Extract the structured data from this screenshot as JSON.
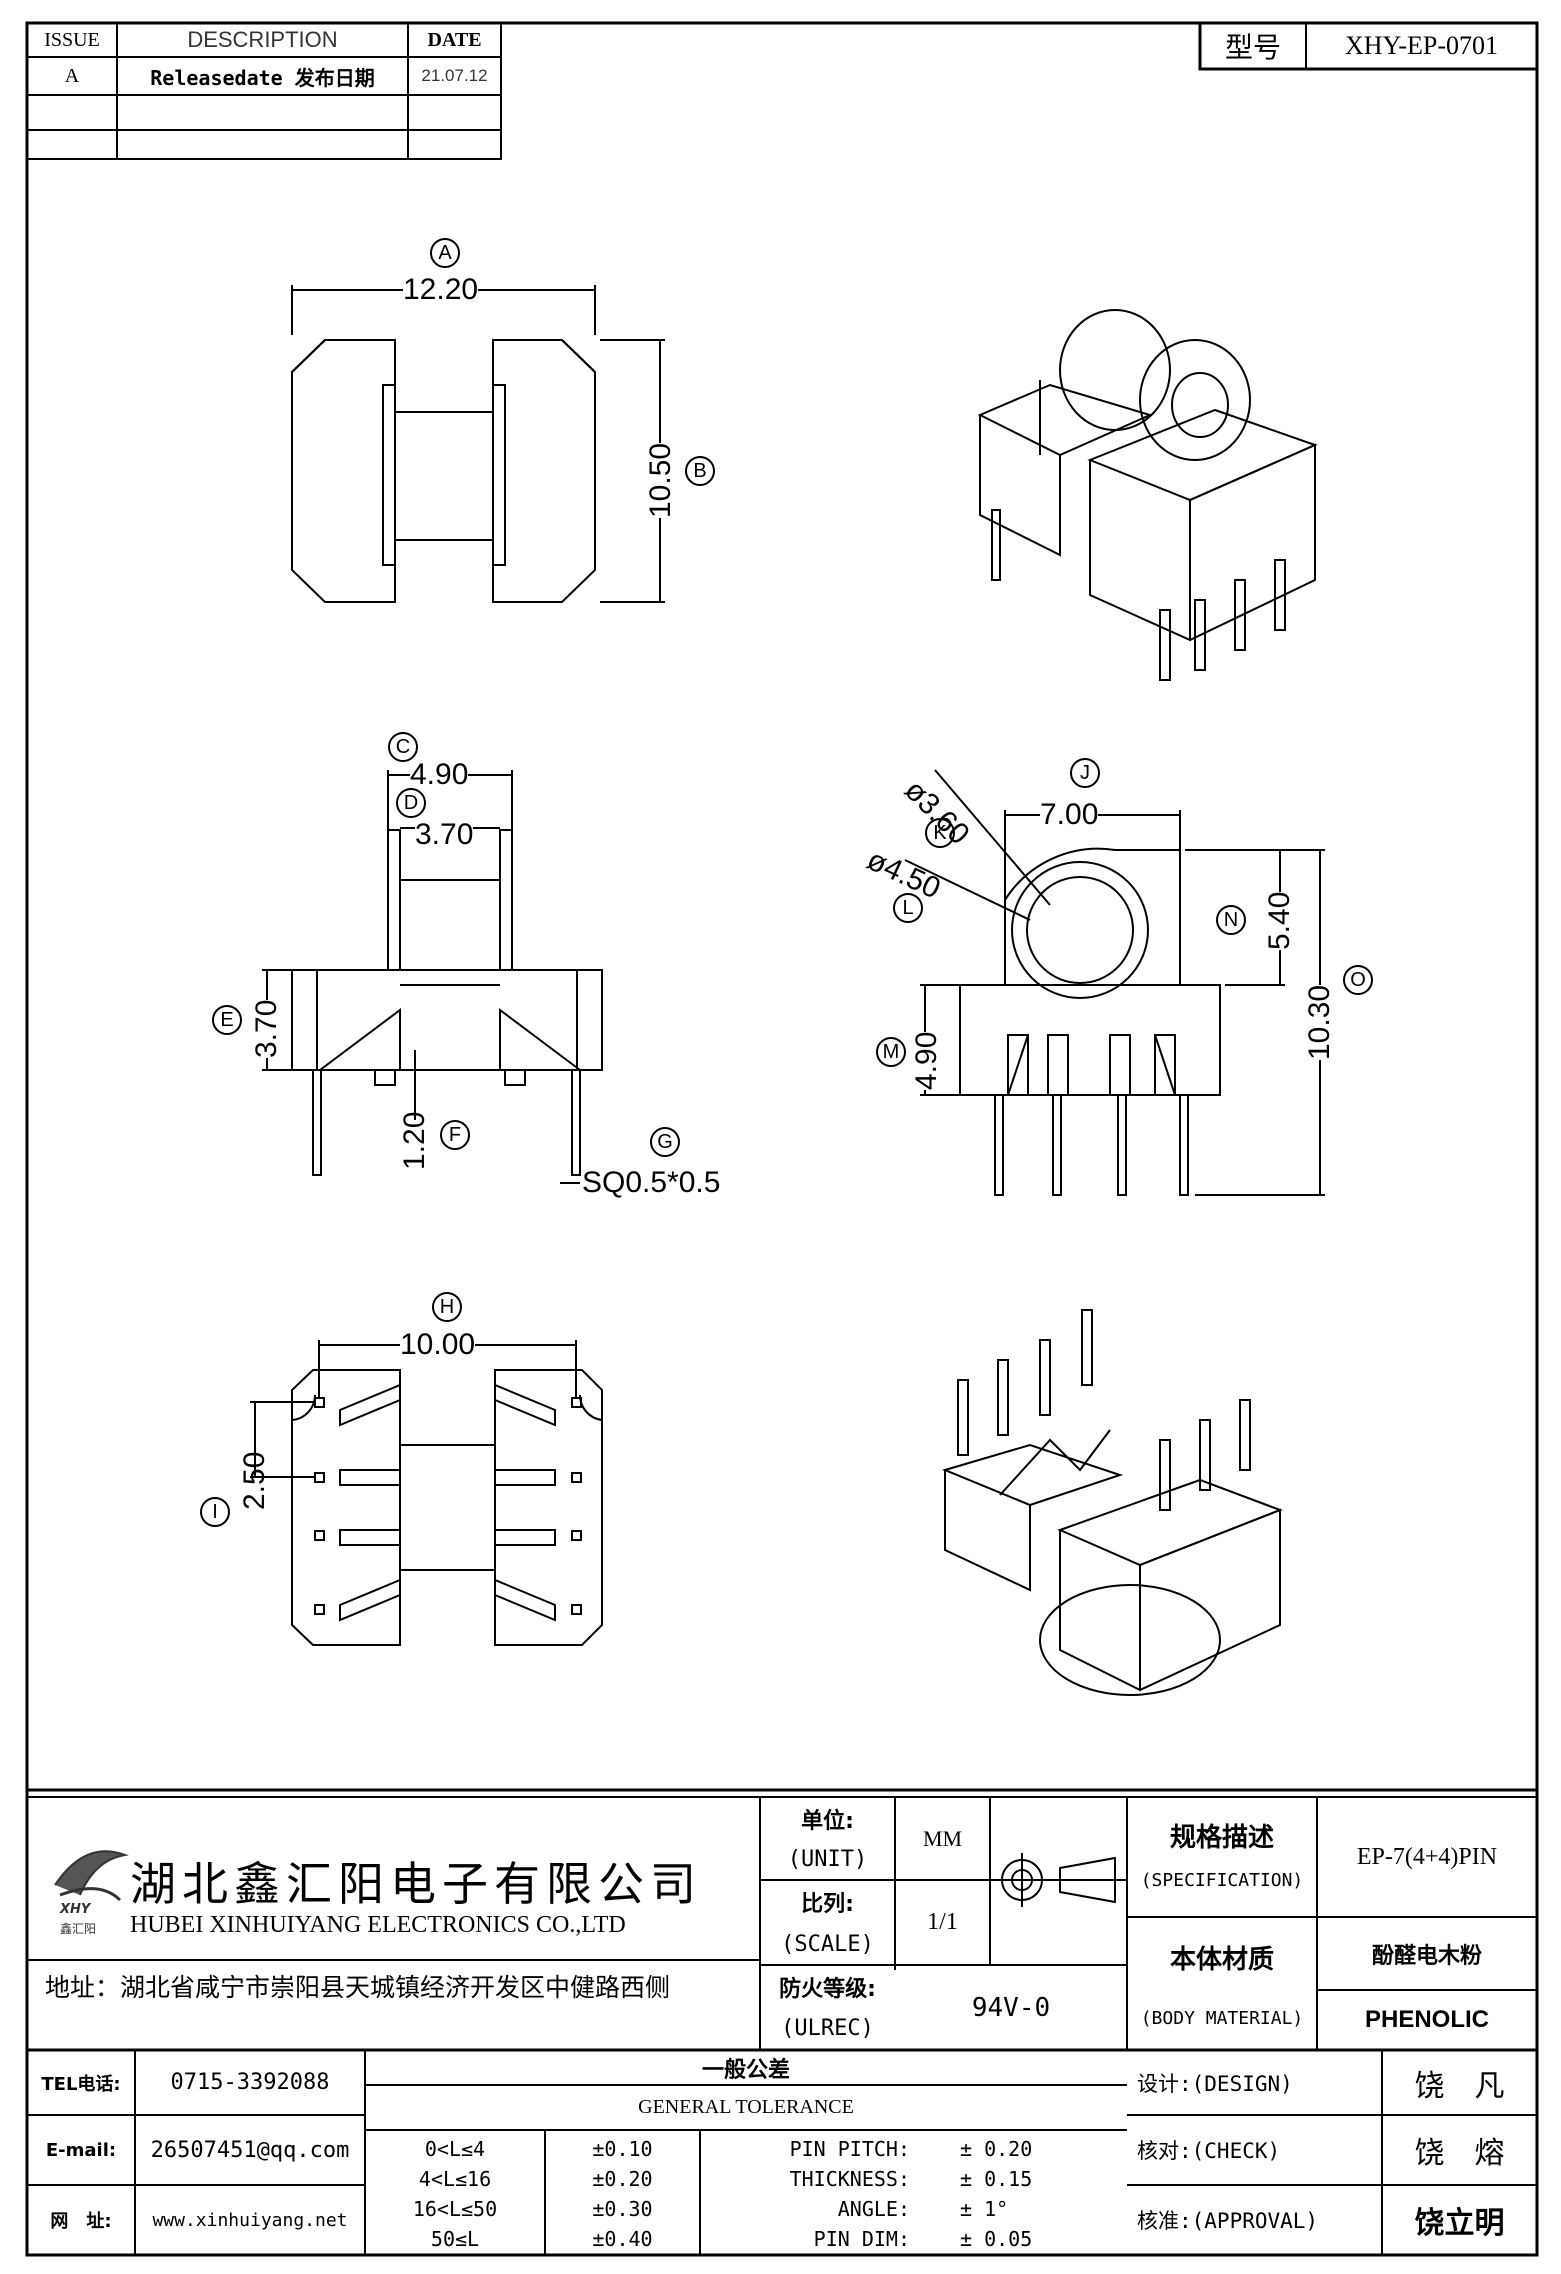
{
  "revision_table": {
    "headers": {
      "issue": "ISSUE",
      "description": "DESCRIPTION",
      "date": "DATE"
    },
    "rows": [
      {
        "issue": "A",
        "description": "Releasedate 发布日期",
        "date": "21.07.12"
      },
      {
        "issue": "",
        "description": "",
        "date": ""
      },
      {
        "issue": "",
        "description": "",
        "date": ""
      }
    ]
  },
  "model": {
    "label": "型号",
    "value": "XHY-EP-0701"
  },
  "dimensions": {
    "A": {
      "label": "A",
      "value": "12.20"
    },
    "B": {
      "label": "B",
      "value": "10.50"
    },
    "C": {
      "label": "C",
      "value": "4.90"
    },
    "D": {
      "label": "D",
      "value": "3.70"
    },
    "E": {
      "label": "E",
      "value": "3.70"
    },
    "F": {
      "label": "F",
      "value": "1.20"
    },
    "G": {
      "label": "G",
      "value": "SQ0.5*0.5"
    },
    "H": {
      "label": "H",
      "value": "10.00"
    },
    "I": {
      "label": "I",
      "value": "2.50"
    },
    "J": {
      "label": "J",
      "value": "7.00"
    },
    "K": {
      "label": "K",
      "value": "ø3.60"
    },
    "L": {
      "label": "L",
      "value": "ø4.50"
    },
    "M": {
      "label": "M",
      "value": "4.90"
    },
    "N": {
      "label": "N",
      "value": "5.40"
    },
    "O": {
      "label": "O",
      "value": "10.30"
    }
  },
  "company": {
    "name_cn": "湖北鑫汇阳电子有限公司",
    "name_en": "HUBEI XINHUIYANG ELECTRONICS CO.,LTD",
    "address": "地址：湖北省咸宁市崇阳县天城镇经济开发区中健路西侧",
    "logo_text": "XHY",
    "logo_sub": "鑫汇阳"
  },
  "contact": {
    "tel_label": "TEL电话:",
    "tel": "0715-3392088",
    "email_label": "E-mail:",
    "email": "26507451@qq.com",
    "web_label": "网　址:",
    "web": "www.xinhuiyang.net"
  },
  "spec_block": {
    "unit_cn": "单位:",
    "unit_en": "(UNIT)",
    "unit_value": "MM",
    "scale_cn": "比列:",
    "scale_en": "(SCALE)",
    "scale_value": "1/1",
    "ulrec_cn": "防火等级:",
    "ulrec_en": "(ULREC)",
    "ulrec_value": "94V-0",
    "spec_cn": "规格描述",
    "spec_en": "(SPECIFICATION)",
    "spec_value": "EP-7(4+4)PIN",
    "body_cn": "本体材质",
    "body_en": "(BODY MATERIAL)",
    "body_value_cn": "酚醛电木粉",
    "body_value_en": "PHENOLIC"
  },
  "tolerance": {
    "title_cn": "一般公差",
    "title_en": "GENERAL TOLERANCE",
    "rows": [
      {
        "range": "0<L≤4",
        "tol": "±0.10",
        "item": "PIN PITCH:",
        "value": "± 0.20"
      },
      {
        "range": "4<L≤16",
        "tol": "±0.20",
        "item": "THICKNESS:",
        "value": "± 0.15"
      },
      {
        "range": "16<L≤50",
        "tol": "±0.30",
        "item": "ANGLE:",
        "value": "± 1°"
      },
      {
        "range": "50≤L",
        "tol": "±0.40",
        "item": "PIN DIM:",
        "value": "± 0.05"
      }
    ]
  },
  "approvals": {
    "design_label": "设计:(DESIGN)",
    "design_name": "饶　凡",
    "check_label": "核对:(CHECK)",
    "check_name": "饶　熔",
    "approval_label": "核准:(APPROVAL)",
    "approval_name": "饶立明"
  }
}
